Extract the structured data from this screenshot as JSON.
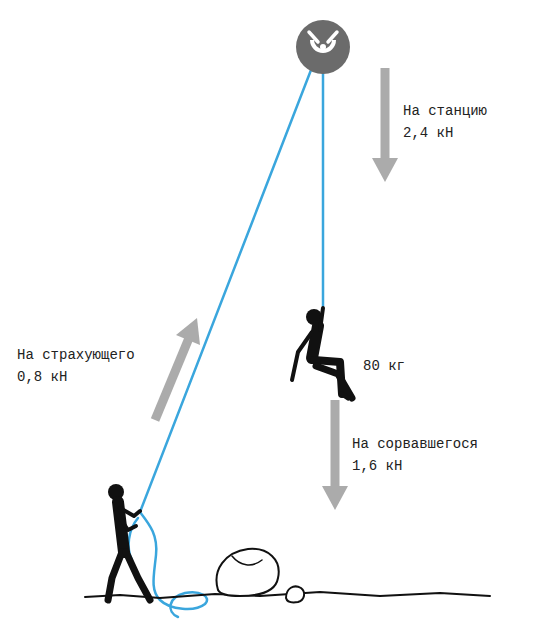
{
  "diagram": {
    "labels": [
      "На станцию 2,4 кН",
      "На страхующего 0,8 кН",
      "80 кг",
      "На сорвавшегося 1,6 кН"
    ]
  }
}
